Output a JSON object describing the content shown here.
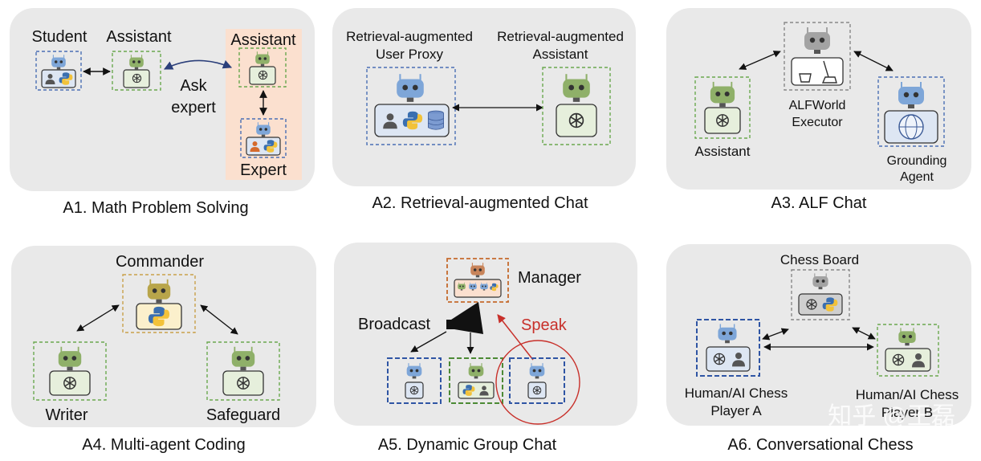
{
  "panels": [
    {
      "id": "A1",
      "caption": "A1. Math Problem Solving",
      "labels": {
        "student": "Student",
        "assistant": "Assistant",
        "assistant2": "Assistant",
        "ask_line1": "Ask",
        "ask_line2": "expert",
        "expert": "Expert"
      }
    },
    {
      "id": "A2",
      "caption": "A2. Retrieval-augmented Chat",
      "labels": {
        "proxy_line1": "Retrieval-augmented",
        "proxy_line2": "User Proxy",
        "assist_line1": "Retrieval-augmented",
        "assist_line2": "Assistant"
      }
    },
    {
      "id": "A3",
      "caption": "A3. ALF Chat",
      "labels": {
        "assistant": "Assistant",
        "exec_line1": "ALFWorld",
        "exec_line2": "Executor",
        "ground_line1": "Grounding",
        "ground_line2": "Agent"
      }
    },
    {
      "id": "A4",
      "caption": "A4. Multi-agent Coding",
      "labels": {
        "commander": "Commander",
        "writer": "Writer",
        "safeguard": "Safeguard"
      }
    },
    {
      "id": "A5",
      "caption": "A5. Dynamic Group Chat",
      "labels": {
        "manager": "Manager",
        "broadcast": "Broadcast",
        "speak": "Speak"
      }
    },
    {
      "id": "A6",
      "caption": "A6. Conversational Chess",
      "labels": {
        "board": "Chess Board",
        "playerA_line1": "Human/AI Chess",
        "playerA_line2": "Player A",
        "playerB_line1": "Human/AI Chess",
        "playerB_line2": "Player B"
      }
    }
  ],
  "watermark": "知乎 @王磊",
  "colors": {
    "panel_bg": "#e9e9e9",
    "blue_dash": "#4a6fb5",
    "green_dash": "#6aa84f",
    "orange_dash": "#c56a2c",
    "gold_dash": "#c9a14a",
    "gray_dash": "#888888",
    "expert_bg": "#fbe0cf",
    "speak_red": "#c8302a",
    "robot_blue": "#7ea6d8",
    "robot_green": "#8fb069",
    "robot_gray": "#a3a3a3",
    "robot_gold": "#b8a54a",
    "robot_orange": "#c8845a"
  }
}
